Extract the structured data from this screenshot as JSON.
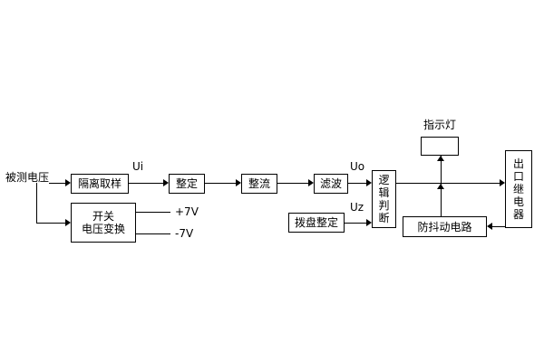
{
  "diagram": {
    "input_label": "被测电压",
    "signal_labels": {
      "ui": "Ui",
      "uo": "Uo",
      "uz": "Uz"
    },
    "supply_labels": {
      "plus": "+7V",
      "minus": "-7V"
    },
    "blocks": {
      "isolation": "隔离取样",
      "setting": "整定",
      "rectifier": "整流",
      "filter": "滤波",
      "logic": "逻辑判断",
      "dial_setting": "拨盘整定",
      "switch_line1": "开关",
      "switch_line2": "电压变换",
      "debounce": "防抖动电路",
      "output_relay": "出口继电器",
      "indicator_label": "指示灯"
    }
  }
}
